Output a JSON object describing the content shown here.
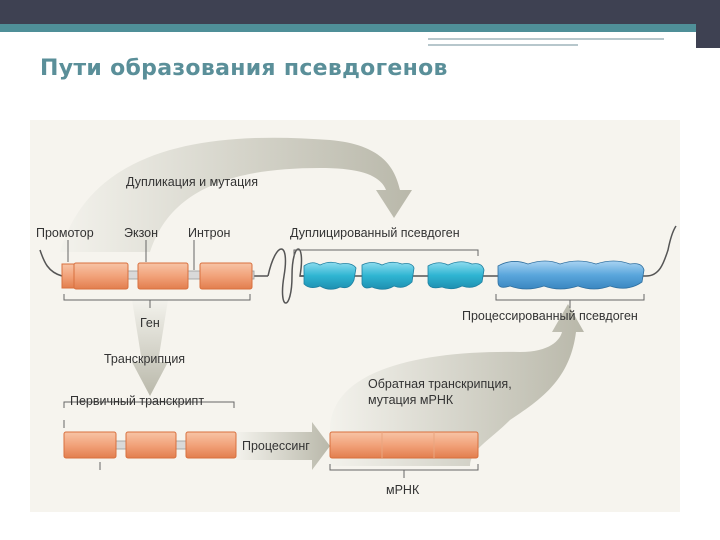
{
  "title": "Пути образования псевдогенов",
  "labels": {
    "duplication_mutation": "Дупликация и мутация",
    "promoter": "Промотор",
    "exon": "Экзон",
    "intron": "Интрон",
    "duplicated_pseudogene": "Дуплицированный псевдоген",
    "gene": "Ген",
    "transcription": "Транскрипция",
    "processed_pseudogene": "Процессированный псевдоген",
    "reverse_transcription_line1": "Обратная транскрипция,",
    "reverse_transcription_line2": "мутация мРНК",
    "primary_transcript": "Первичный транскрипт",
    "processing": "Процессинг",
    "mrna": "мРНК"
  },
  "colors": {
    "exon": "#f2a27a",
    "exon_edge": "#d8703e",
    "dup_blue": "#2fb5d2",
    "proc_blue": "#5aa6dc",
    "arrow": "#c9c9bd",
    "panel": "#f2efe6"
  }
}
